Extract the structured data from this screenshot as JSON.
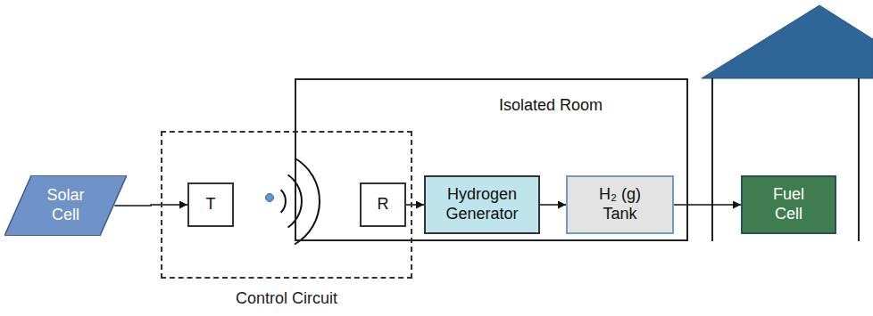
{
  "diagram": {
    "nodes": [
      {
        "text": [
          "Solar Cell"
        ]
      },
      {
        "text": [
          "Control Circuit"
        ]
      },
      {
        "text": [
          "T"
        ],
        "in": 1
      },
      {
        "text": [
          "R"
        ],
        "in": 1
      },
      {
        "text": [
          "Isolated Room"
        ]
      },
      {
        "text": [
          "Hydrogen Generator"
        ],
        "in": 4
      },
      {
        "text": [
          "H₂ (g) Tank"
        ],
        "in": 4
      },
      {
        "text": [
          "Fuel Cell"
        ]
      }
    ],
    "edges": [
      {
        "from": 0,
        "to": 2,
        "arrow": "to"
      },
      {
        "from": 3,
        "to": 5,
        "arrow": "to"
      },
      {
        "from": 5,
        "to": 6,
        "arrow": "to"
      },
      {
        "from": 6,
        "to": 7,
        "arrow": "to"
      }
    ]
  }
}
